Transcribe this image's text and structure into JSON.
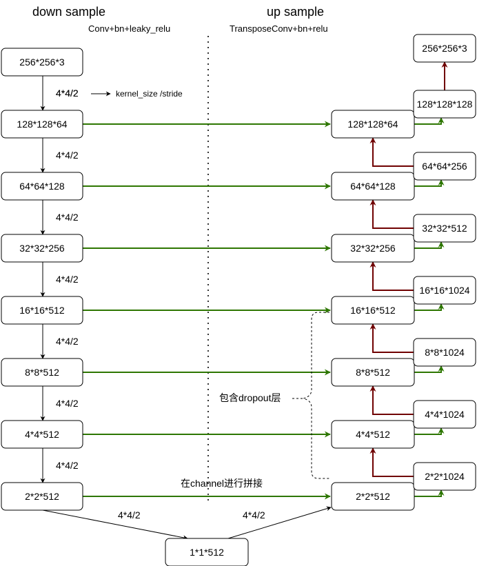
{
  "headings": {
    "left_title": "down sample",
    "left_subtitle": "Conv+bn+leaky_relu",
    "right_title": "up sample",
    "right_subtitle": "TransposeConv+bn+relu"
  },
  "legend": {
    "example": "4*4/2",
    "meaning": "kernel_size /stride"
  },
  "kernel_label": "4*4/2",
  "down_nodes": [
    "256*256*3",
    "128*128*64",
    "64*64*128",
    "32*32*256",
    "16*16*512",
    "8*8*512",
    "4*4*512",
    "2*2*512"
  ],
  "bottleneck": "1*1*512",
  "up_main_nodes": [
    "128*128*64",
    "64*64*128",
    "32*32*256",
    "16*16*512",
    "8*8*512",
    "4*4*512",
    "2*2*512"
  ],
  "up_concat_nodes": [
    "256*256*3",
    "128*128*128",
    "64*64*256",
    "32*32*512",
    "16*16*1024",
    "8*8*1024",
    "4*4*1024",
    "2*2*1024"
  ],
  "annotations": {
    "concat": "在channel进行拼接",
    "dropout": "包含dropout层"
  },
  "colors": {
    "skip": "#2D7600",
    "up": "#6F0000",
    "line": "#000000",
    "divider": "#333333"
  }
}
